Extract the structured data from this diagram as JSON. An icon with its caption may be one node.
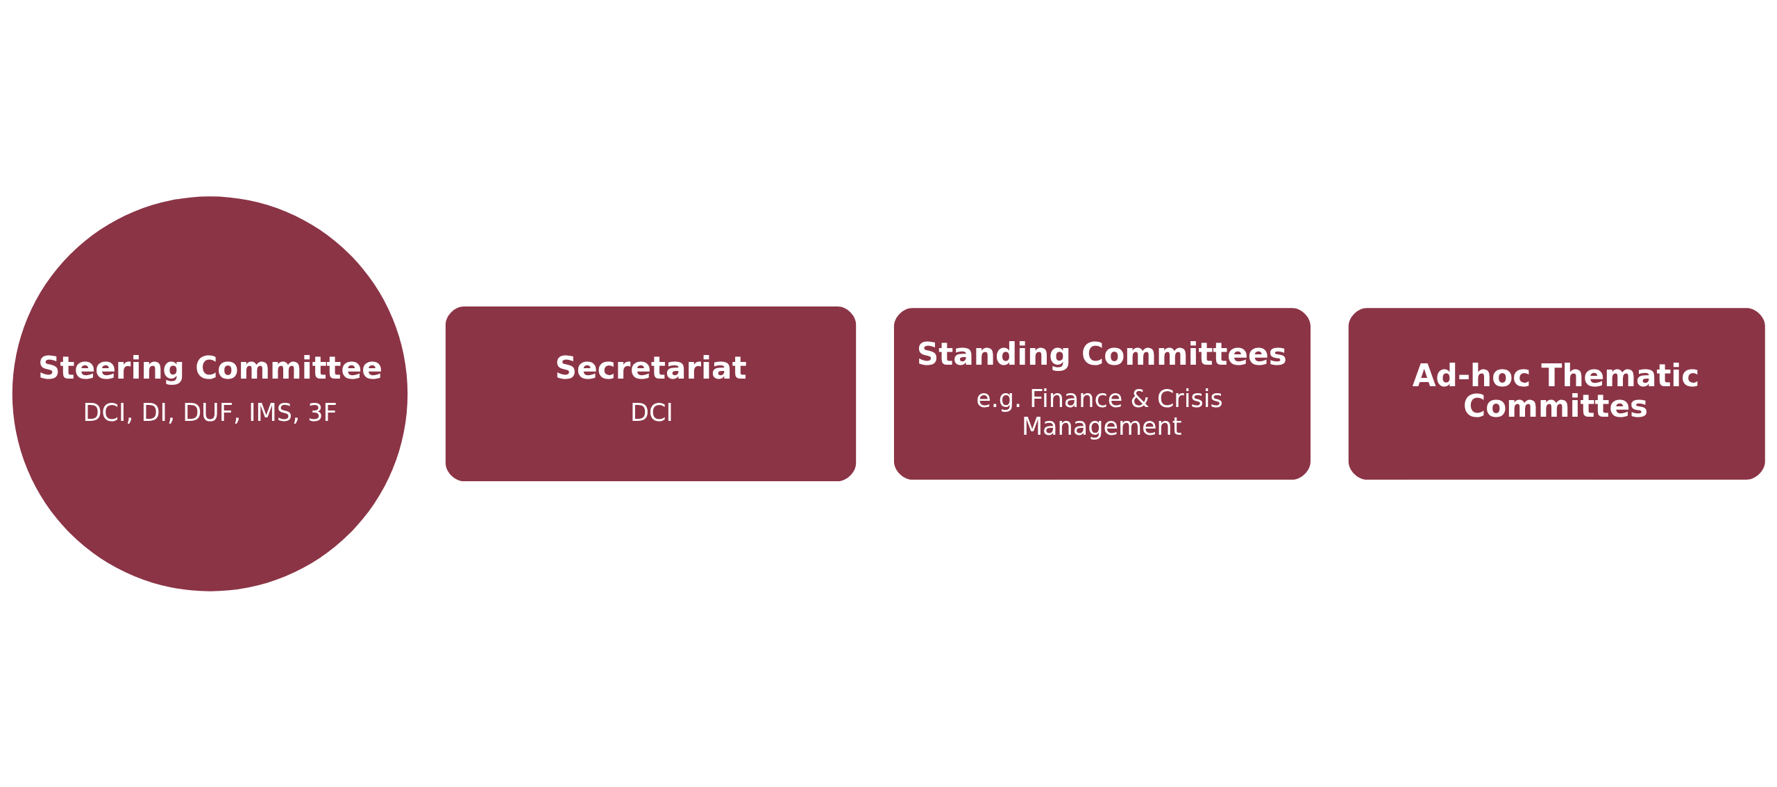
{
  "diagram": {
    "nodes": [
      {
        "text": [
          "Steering Committee",
          "DCI, DI, DUF, IMS, 3F"
        ]
      },
      {
        "text": [
          "Secretariat",
          "DCI"
        ]
      },
      {
        "text": [
          "Standing Committees",
          "e.g. Finance & Crisis Management"
        ]
      },
      {
        "text": [
          "Ad-hoc Thematic Committes"
        ]
      }
    ]
  }
}
